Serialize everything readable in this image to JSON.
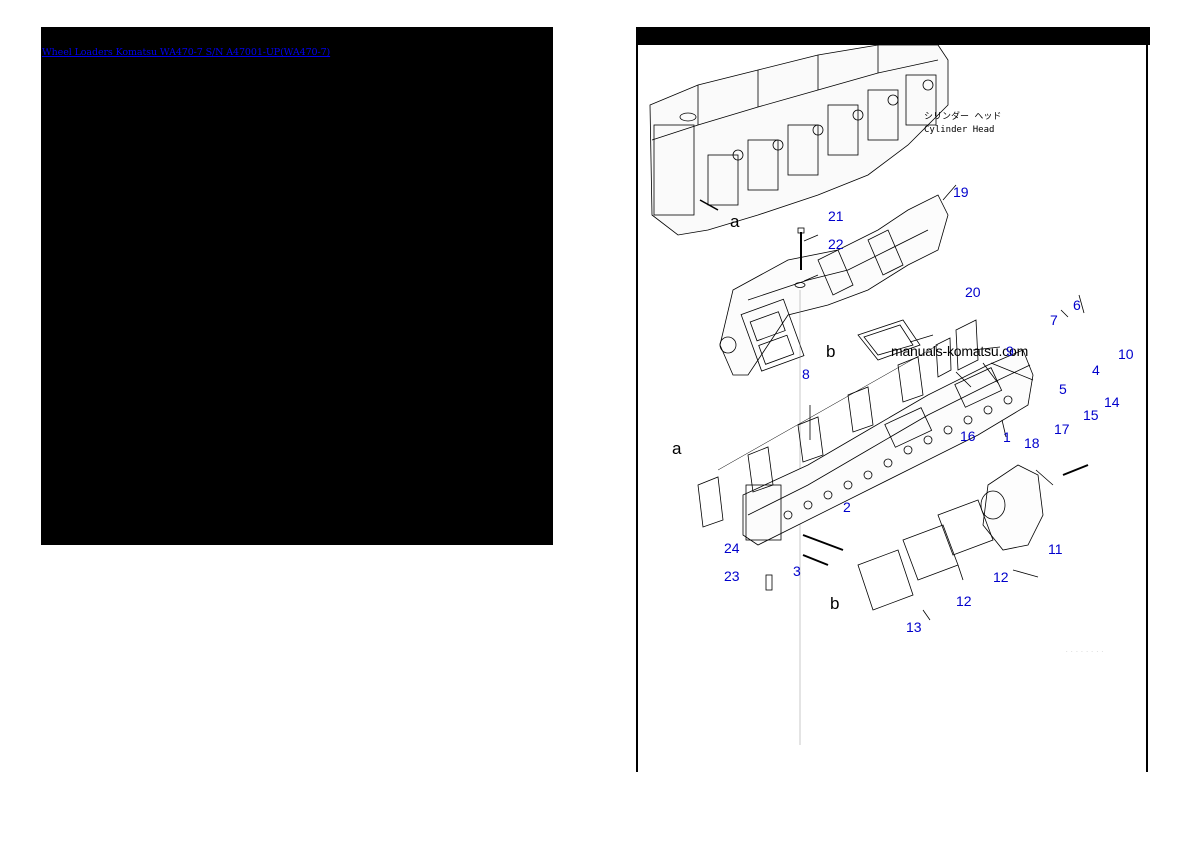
{
  "left_panel": {
    "link_text": "Wheel Loaders Komatsu WA470-7 S/N A47001-UP(WA470-7)",
    "background": "#000000",
    "link_color": "#0000ee"
  },
  "right_panel": {
    "header_color": "#000000",
    "diagram": {
      "subject": "Exhaust manifold exploded parts diagram",
      "caption_jp": "シリンダー ヘッド",
      "caption_en": "Cylinder Head",
      "watermark": "manuals-komatsu.com",
      "reference_letters": [
        "a",
        "a",
        "b",
        "b"
      ],
      "callout_color": "#0000cc",
      "callouts": [
        {
          "num": "1"
        },
        {
          "num": "2"
        },
        {
          "num": "3"
        },
        {
          "num": "4"
        },
        {
          "num": "5"
        },
        {
          "num": "6"
        },
        {
          "num": "7"
        },
        {
          "num": "8"
        },
        {
          "num": "9"
        },
        {
          "num": "10"
        },
        {
          "num": "11"
        },
        {
          "num": "12"
        },
        {
          "num": "12"
        },
        {
          "num": "13"
        },
        {
          "num": "14"
        },
        {
          "num": "15"
        },
        {
          "num": "16"
        },
        {
          "num": "17"
        },
        {
          "num": "18"
        },
        {
          "num": "19"
        },
        {
          "num": "20"
        },
        {
          "num": "21"
        },
        {
          "num": "22"
        },
        {
          "num": "23"
        },
        {
          "num": "24"
        }
      ],
      "code": "· · · · · · · ·"
    }
  }
}
